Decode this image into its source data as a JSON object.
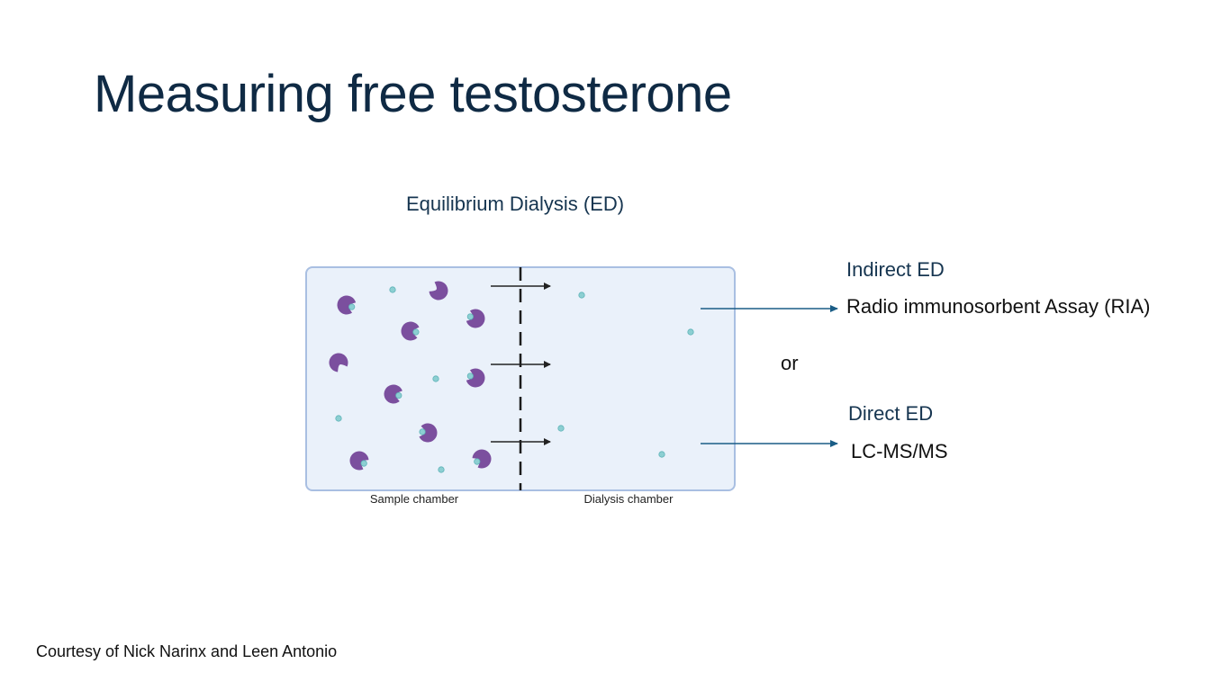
{
  "slide": {
    "title": "Measuring free testosterone",
    "credit": "Courtesy of Nick Narinx and Leen Antonio"
  },
  "diagram": {
    "title": "Equilibrium Dialysis (ED)",
    "sample_chamber_label": "Sample chamber",
    "dialysis_chamber_label": "Dialysis chamber",
    "colors": {
      "chamber_fill": "#eaf1fa",
      "chamber_border": "#a9bfe2",
      "protein": "#7b4f9e",
      "ligand": "#8ccfd2",
      "connector_arrow": "#1a5d86"
    },
    "icons": [
      "binding-protein-icon",
      "free-testosterone-icon",
      "diffusion-arrow-icon",
      "membrane-dashed-line"
    ]
  },
  "methods": {
    "indirect": {
      "heading": "Indirect ED",
      "method": "Radio immunosorbent Assay (RIA)"
    },
    "or_text": "or",
    "direct": {
      "heading": "Direct ED",
      "method": "LC-MS/MS"
    }
  }
}
